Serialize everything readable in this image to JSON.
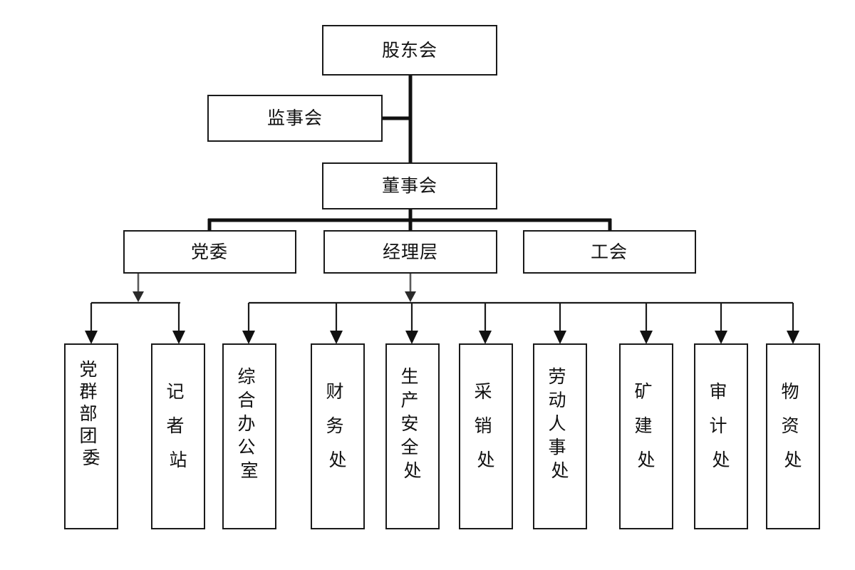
{
  "diagram": {
    "type": "organizational-chart",
    "title": "",
    "language": "zh-CN",
    "colors": {
      "background": "#ffffff",
      "box_border": "#1a1a1a",
      "box_fill": "#ffffff",
      "text": "#111111",
      "thick_connector": "#111111",
      "thin_connector": "#1a1a1a"
    },
    "levels": [
      {
        "level": 1,
        "nodes": [
          {
            "id": "shareholders",
            "label": "股东会",
            "orientation": "horizontal"
          }
        ]
      },
      {
        "level": 2,
        "nodes": [
          {
            "id": "supervisors",
            "label": "监事会",
            "orientation": "horizontal"
          }
        ]
      },
      {
        "level": 3,
        "nodes": [
          {
            "id": "board",
            "label": "董事会",
            "orientation": "horizontal"
          }
        ]
      },
      {
        "level": 4,
        "nodes": [
          {
            "id": "party-committee",
            "label": "党委",
            "orientation": "horizontal"
          },
          {
            "id": "management",
            "label": "经理层",
            "orientation": "horizontal"
          },
          {
            "id": "labor-union",
            "label": "工会",
            "orientation": "horizontal"
          }
        ]
      },
      {
        "level": 5,
        "nodes": [
          {
            "id": "dept-1",
            "label": "党群部  团委",
            "lines": [
              "党",
              "群",
              "部",
              "",
              "团",
              "委"
            ],
            "parent": "party-committee",
            "orientation": "vertical"
          },
          {
            "id": "dept-2",
            "label": "记者站",
            "lines": [
              "记",
              "者",
              "站"
            ],
            "parent": "party-committee",
            "orientation": "vertical"
          },
          {
            "id": "dept-3",
            "label": "综合办公室",
            "lines": [
              "综",
              "合",
              "办",
              "公",
              "室"
            ],
            "parent": "management",
            "orientation": "vertical"
          },
          {
            "id": "dept-4",
            "label": "财务处",
            "lines": [
              "财",
              "务",
              "处"
            ],
            "parent": "management",
            "orientation": "vertical"
          },
          {
            "id": "dept-5",
            "label": "生产安全处",
            "lines": [
              "生",
              "产",
              "安",
              "全",
              "处"
            ],
            "parent": "management",
            "orientation": "vertical"
          },
          {
            "id": "dept-6",
            "label": "采销处",
            "lines": [
              "采",
              "销",
              "处"
            ],
            "parent": "management",
            "orientation": "vertical"
          },
          {
            "id": "dept-7",
            "label": "劳动人事处",
            "lines": [
              "劳",
              "动",
              "人",
              "事",
              "处"
            ],
            "parent": "management",
            "orientation": "vertical"
          },
          {
            "id": "dept-8",
            "label": "矿建处",
            "lines": [
              "矿",
              "建",
              "处"
            ],
            "parent": "management",
            "orientation": "vertical"
          },
          {
            "id": "dept-9",
            "label": "审计处",
            "lines": [
              "审",
              "计",
              "处"
            ],
            "parent": "management",
            "orientation": "vertical"
          },
          {
            "id": "dept-10",
            "label": "物资处",
            "lines": [
              "物",
              "资",
              "处"
            ],
            "parent": "management",
            "orientation": "vertical"
          }
        ]
      }
    ],
    "connections": [
      {
        "from": "shareholders",
        "to": "board",
        "style": "thick-vertical"
      },
      {
        "from": "supervisors",
        "to": "shareholders-board-trunk",
        "style": "thick-horizontal"
      },
      {
        "from": "board",
        "to": "party-committee",
        "style": "thick-bus"
      },
      {
        "from": "board",
        "to": "management",
        "style": "thick-bus"
      },
      {
        "from": "board",
        "to": "labor-union",
        "style": "thick-bus"
      },
      {
        "from": "party-committee",
        "to": "dept-1",
        "style": "arrow"
      },
      {
        "from": "party-committee",
        "to": "dept-2",
        "style": "arrow"
      },
      {
        "from": "management",
        "to": "dept-3",
        "style": "arrow"
      },
      {
        "from": "management",
        "to": "dept-4",
        "style": "arrow"
      },
      {
        "from": "management",
        "to": "dept-5",
        "style": "arrow"
      },
      {
        "from": "management",
        "to": "dept-6",
        "style": "arrow"
      },
      {
        "from": "management",
        "to": "dept-7",
        "style": "arrow"
      },
      {
        "from": "management",
        "to": "dept-8",
        "style": "arrow"
      },
      {
        "from": "management",
        "to": "dept-9",
        "style": "arrow"
      },
      {
        "from": "management",
        "to": "dept-10",
        "style": "arrow"
      }
    ]
  }
}
